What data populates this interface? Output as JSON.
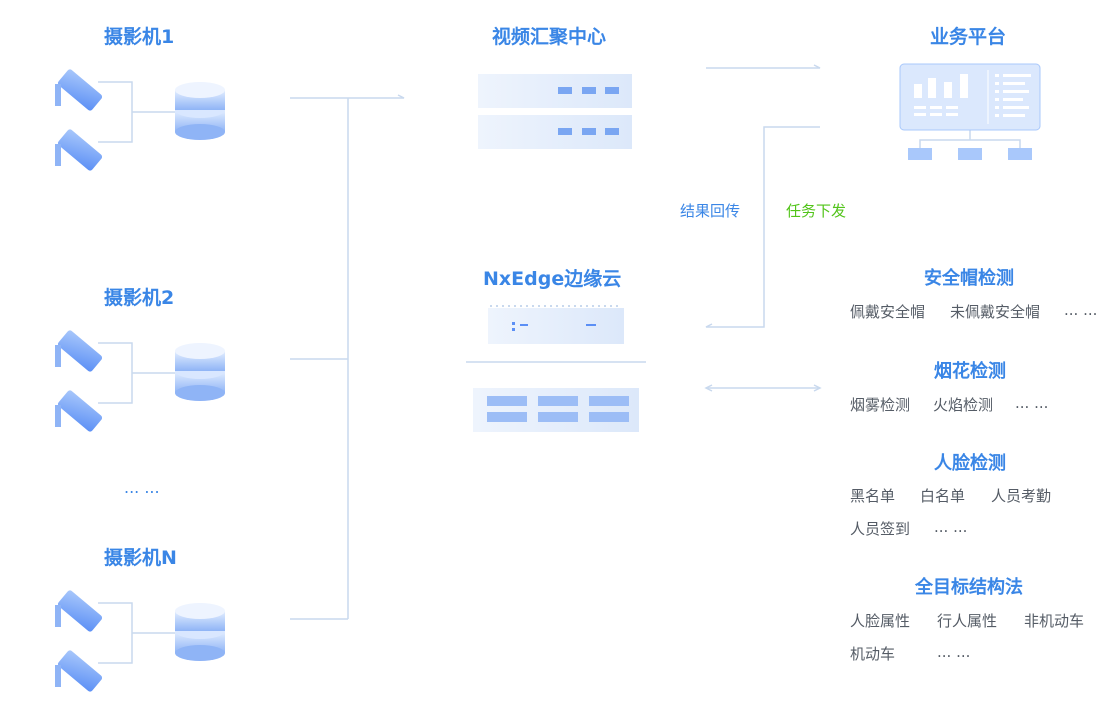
{
  "cameras": [
    {
      "label": "摄影机1"
    },
    {
      "label": "摄影机2"
    },
    {
      "label": "摄影机N"
    }
  ],
  "camera_ellipsis": "... ...",
  "video_center": {
    "label": "视频汇聚中心"
  },
  "edge_cloud": {
    "label": "NxEdge边缘云"
  },
  "business_platform": {
    "label": "业务平台"
  },
  "flow_labels": {
    "result_back": "结果回传",
    "task_down": "任务下发"
  },
  "colors": {
    "accent_blue": "#3a86e6",
    "task_green": "#52c41a",
    "line": "#c9d9ee",
    "text_grey": "#555c66"
  },
  "services": [
    {
      "title": "安全帽检测",
      "rows": [
        [
          "佩戴安全帽",
          "未佩戴安全帽",
          "... ..."
        ]
      ]
    },
    {
      "title": "烟花检测",
      "rows": [
        [
          "烟雾检测",
          "火焰检测",
          "... ..."
        ]
      ]
    },
    {
      "title": "人脸检测",
      "rows": [
        [
          "黑名单",
          "白名单",
          "人员考勤"
        ],
        [
          "人员签到",
          "... ..."
        ]
      ]
    },
    {
      "title": "全目标结构法",
      "rows": [
        [
          "人脸属性",
          "行人属性",
          "非机动车"
        ],
        [
          "机动车",
          "... ..."
        ]
      ]
    }
  ]
}
